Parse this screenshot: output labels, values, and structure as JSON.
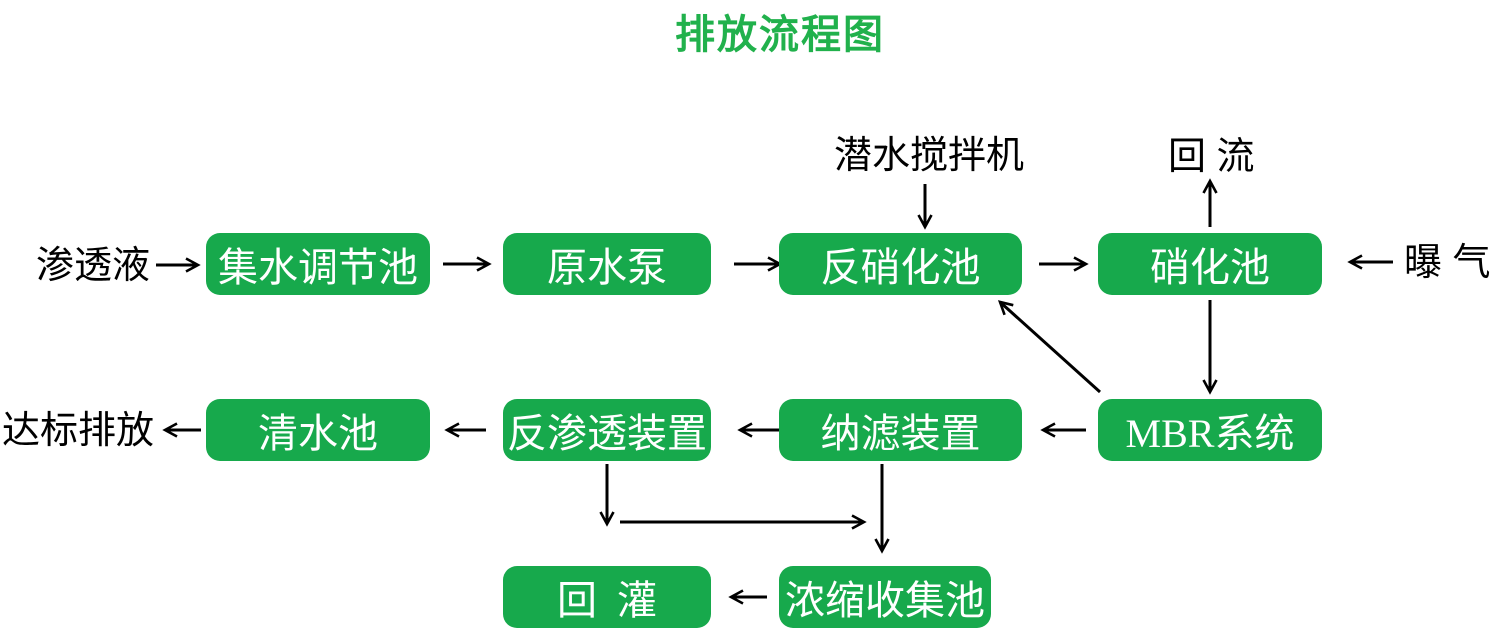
{
  "title": "排放流程图",
  "colors": {
    "box_green": "#17a94c",
    "title_green": "#21b14c",
    "box_text": "#ffffff",
    "arrow_black": "#000000",
    "background": "#ffffff"
  },
  "nodes": {
    "collection_tank": "集水调节池",
    "raw_water_pump": "原水泵",
    "denitrification_tank": "反硝化池",
    "nitrification_tank": "硝化池",
    "clear_water_tank": "清水池",
    "reverse_osmosis_unit": "反渗透装置",
    "nanofiltration_unit": "纳滤装置",
    "mbr_system": "MBR系统",
    "reinjection": "回  灌",
    "concentrate_collection_tank": "浓缩收集池"
  },
  "labels": {
    "influent": "渗透液",
    "discharge": "达标排放",
    "submersible_mixer": "潜水搅拌机",
    "reflux": "回 流",
    "aeration": "曝 气"
  },
  "edges": [
    {
      "from": "influent",
      "to": "collection_tank"
    },
    {
      "from": "collection_tank",
      "to": "raw_water_pump"
    },
    {
      "from": "raw_water_pump",
      "to": "denitrification_tank"
    },
    {
      "from": "denitrification_tank",
      "to": "nitrification_tank"
    },
    {
      "from": "aeration",
      "to": "nitrification_tank"
    },
    {
      "from": "submersible_mixer",
      "to": "denitrification_tank"
    },
    {
      "from": "nitrification_tank",
      "to": "reflux"
    },
    {
      "from": "nitrification_tank",
      "to": "mbr_system"
    },
    {
      "from": "mbr_system",
      "to": "denitrification_tank"
    },
    {
      "from": "mbr_system",
      "to": "nanofiltration_unit"
    },
    {
      "from": "nanofiltration_unit",
      "to": "reverse_osmosis_unit"
    },
    {
      "from": "reverse_osmosis_unit",
      "to": "clear_water_tank"
    },
    {
      "from": "clear_water_tank",
      "to": "discharge"
    },
    {
      "from": "reverse_osmosis_unit",
      "to": "concentrate_collection_tank"
    },
    {
      "from": "nanofiltration_unit",
      "to": "concentrate_collection_tank"
    },
    {
      "from": "concentrate_collection_tank",
      "to": "reinjection"
    }
  ]
}
